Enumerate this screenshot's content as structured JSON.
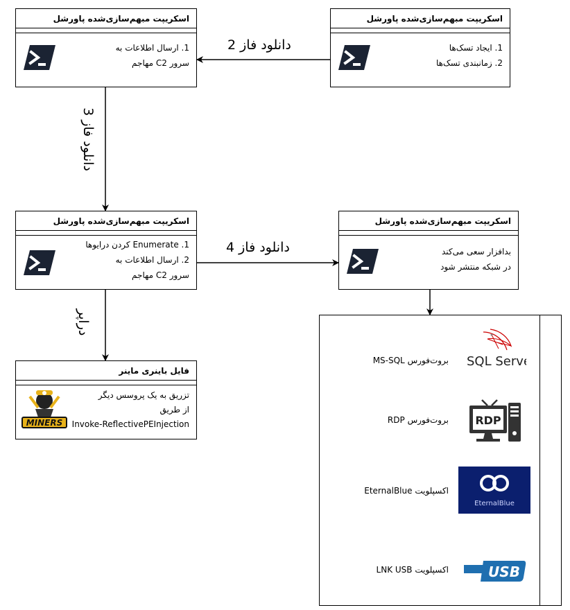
{
  "nodes": {
    "stage1": {
      "title": "اسکریپت مبهم‌سازی‌شده پاورشل",
      "lines": [
        "1. ایجاد تسک‌ها",
        "2. زمانبندی تسک‌ها"
      ]
    },
    "stage2": {
      "title": "اسکریپت مبهم‌سازی‌شده پاورشل",
      "lines": [
        "1. ارسال اطلاعات به",
        "سرور C2 مهاجم"
      ]
    },
    "stage3": {
      "title": "اسکریپت مبهم‌سازی‌شده پاورشل",
      "lines": [
        "1. Enumerate کردن درایوها",
        "2. ارسال اطلاعات به",
        "سرور C2 مهاجم"
      ]
    },
    "stage4": {
      "title": "اسکریپت مبهم‌سازی‌شده پاورشل",
      "lines": [
        "بدافزار سعی می‌کند",
        "در شبکه منتشر شود"
      ]
    },
    "miner": {
      "title": "فایل باینری ماینر",
      "lines": [
        "تزریق به یک پروسس دیگر",
        "از طریق",
        "Invoke-ReflectivePEInjection"
      ],
      "logo_text": "MINERS"
    }
  },
  "edges": {
    "phase2": "دانلود فاز 2",
    "phase3": "دانلود فاز 3",
    "phase4": "دانلود فاز 4",
    "dropper": "دراپر"
  },
  "spread_vectors": [
    {
      "label": "بروت‌فورس MS-SQL",
      "icon": "sql-server-logo",
      "icon_text": "SQL Server"
    },
    {
      "label": "بروت‌فورس RDP",
      "icon": "rdp-monitor-icon",
      "icon_text": "RDP"
    },
    {
      "label": "اکسپلویت EternalBlue",
      "icon": "eternalblue-logo",
      "icon_text": "EternalBlue"
    },
    {
      "label": "اکسپلویت LNK USB",
      "icon": "usb-logo",
      "icon_text": "USB"
    }
  ],
  "colors": {
    "powershell_bg": "#1b2333",
    "eternalblue_bg": "#0b1f6e",
    "usb_blue": "#1f6fb0",
    "miner_gold": "#e8b21a"
  }
}
